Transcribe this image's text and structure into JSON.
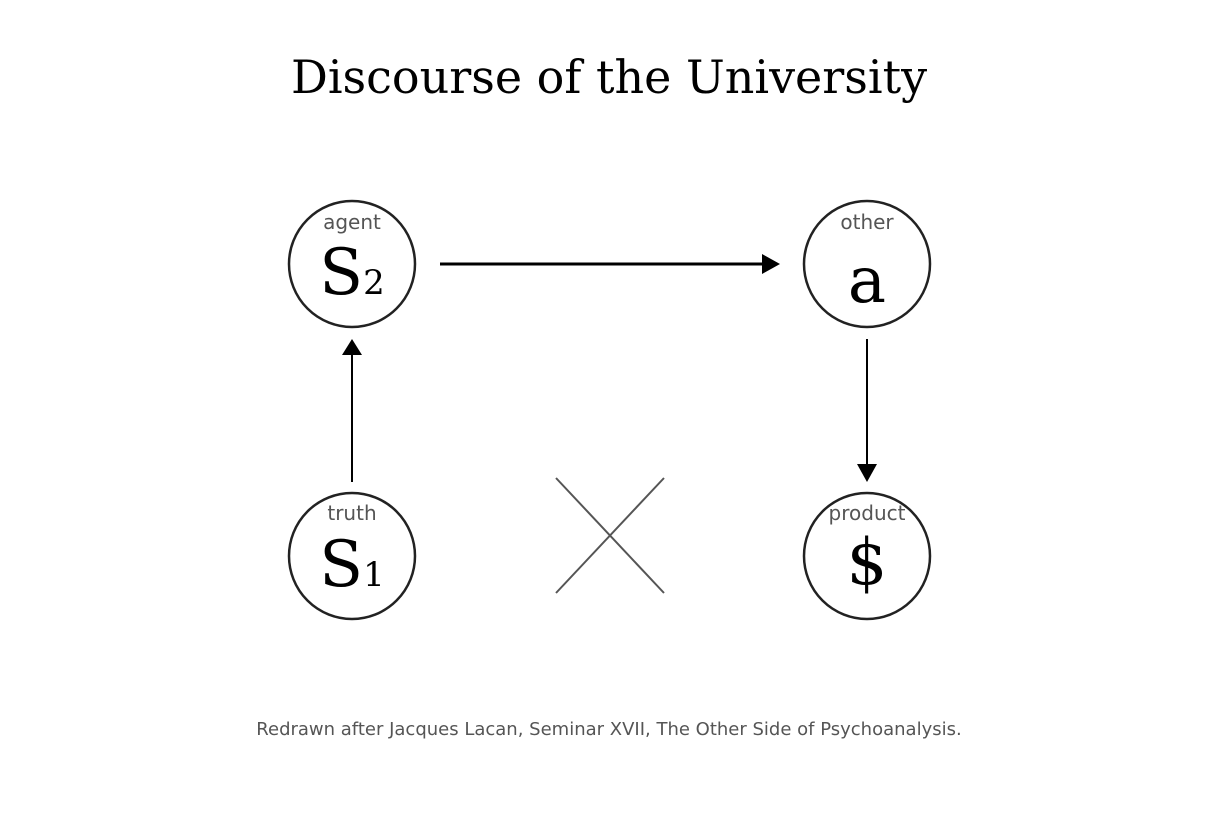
{
  "title": "Discourse of the University",
  "positions": {
    "agent": {
      "role": "agent",
      "symbol": "S",
      "subscript": "2"
    },
    "other": {
      "role": "other",
      "symbol": "a",
      "subscript": ""
    },
    "truth": {
      "role": "truth",
      "symbol": "S",
      "subscript": "1"
    },
    "product": {
      "role": "product",
      "symbol": "$",
      "subscript": ""
    }
  },
  "arrows": [
    {
      "from": "agent",
      "to": "other"
    },
    {
      "from": "other",
      "to": "product"
    },
    {
      "from": "truth",
      "to": "agent"
    }
  ],
  "barrier": {
    "between": [
      "truth",
      "product"
    ],
    "symbol": "X"
  },
  "caption": "Redrawn after Jacques Lacan, Seminar XVII, The Other Side of Psychoanalysis."
}
